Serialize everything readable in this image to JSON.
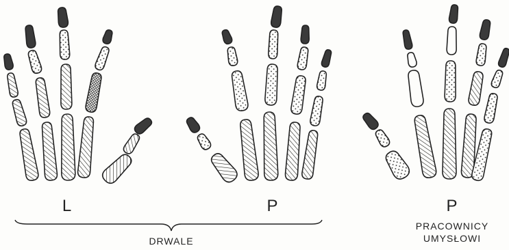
{
  "labels": {
    "left_hand": "L",
    "right_hand_woodcutters": "P",
    "right_hand_office": "P",
    "group_woodcutters": "DRWALE",
    "group_office_line1": "PRACOWNICY",
    "group_office_line2": "UMYSŁOWI"
  },
  "colors": {
    "ink": "#222222",
    "paper": "#fdfdfb",
    "tip": "#3a3a3a"
  }
}
